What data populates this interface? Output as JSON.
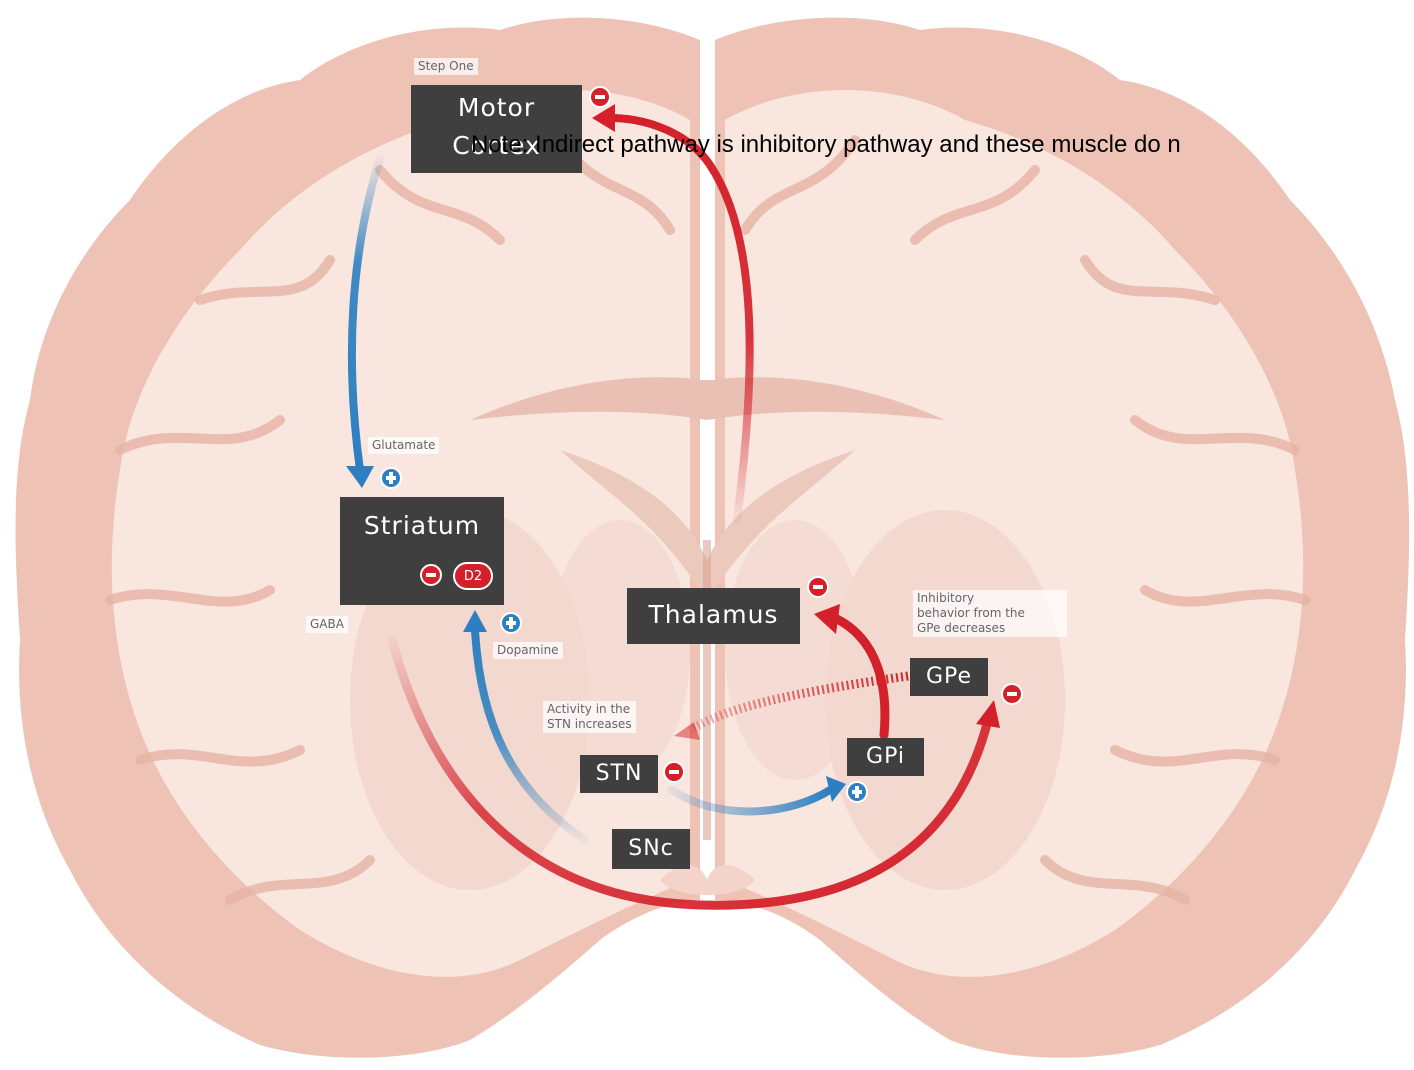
{
  "labels": {
    "step_one": "Step One",
    "motor_cortex_line1": "Motor",
    "motor_cortex_line2": "Cortex",
    "striatum": "Striatum",
    "d2": "D2",
    "thalamus": "Thalamus",
    "gpe": "GPe",
    "gpi": "GPi",
    "stn": "STN",
    "snc": "SNc"
  },
  "annotations": {
    "glutamate": "Glutamate",
    "gaba": "GABA",
    "dopamine": "Dopamine",
    "stn_activity_line1": "Activity in the",
    "stn_activity_line2": "STN increases",
    "gpe_line1": "Inhibitory",
    "gpe_line2": "behavior from the",
    "gpe_line3": "GPe decreases"
  },
  "note": "Note: Indirect pathway is inhibitory pathway and these muscle do n",
  "colors": {
    "excitatory": "#2d7fc1",
    "inhibitory": "#d4202a",
    "label_box": "#3f3f3f",
    "brain_tissue": "#f7dcd3",
    "brain_cortex": "#eec3b6"
  }
}
